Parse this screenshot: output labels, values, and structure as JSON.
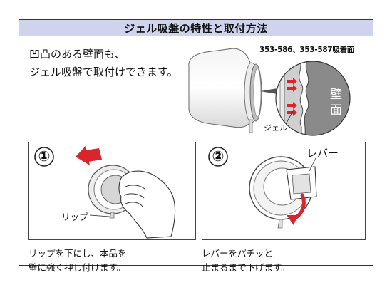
{
  "title": "ジェル吸盤の特性と取付方法",
  "intro_line1": "凹凸のある壁面も、",
  "intro_line2": "ジェル吸盤で取付けできます。",
  "model_note": "353-586、353-587吸着面",
  "callouts": {
    "wall_char1": "壁",
    "wall_char2": "面",
    "gel": "ジェル",
    "lip": "リップ",
    "lever": "レバー"
  },
  "steps": [
    {
      "number": "①",
      "line1": "リップを下にし、本品を",
      "line2": "壁に強く押し付けます。"
    },
    {
      "number": "②",
      "line1": "レバーをパチッと",
      "line2": "止まるまで下げます。"
    }
  ],
  "colors": {
    "title_bar": "#cfd3ec",
    "arrow_red": "#d8262c",
    "wall_gray": "#8a8a8a",
    "gel_gray": "#cfcfcf"
  }
}
